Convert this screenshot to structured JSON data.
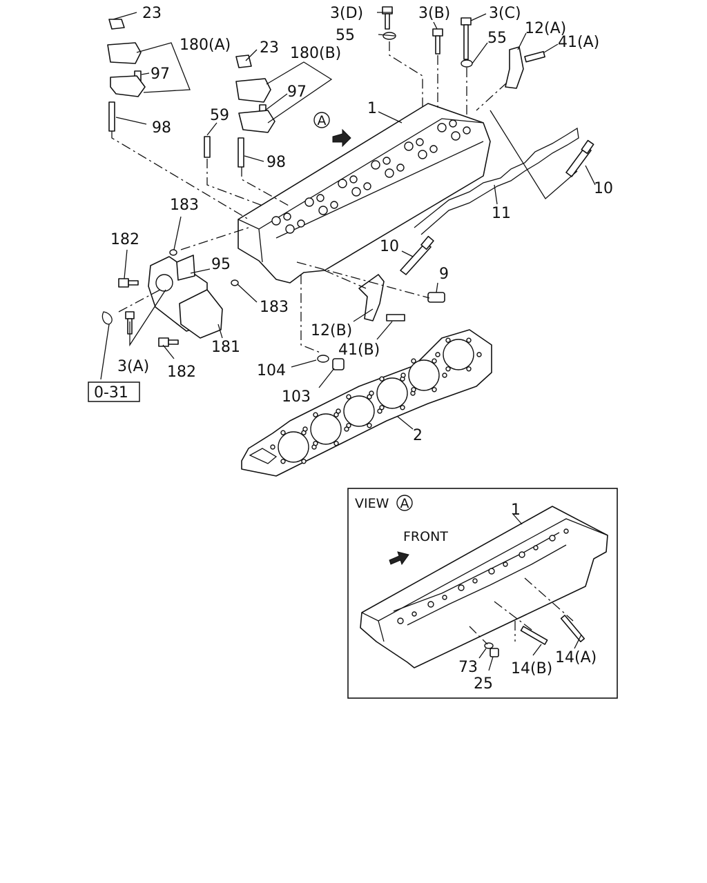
{
  "labels": {
    "l23a": "23",
    "l180a": "180(A)",
    "l97a": "97",
    "l98a": "98",
    "l23b": "23",
    "l180b": "180(B)",
    "l97b": "97",
    "l59": "59",
    "l98b": "98",
    "l3d": "3(D)",
    "l55a": "55",
    "l3b": "3(B)",
    "l3c": "3(C)",
    "l55b": "55",
    "l12a": "12(A)",
    "l41a": "41(A)",
    "l1": "1",
    "l10a": "10",
    "l11": "11",
    "l10b": "10",
    "l9": "9",
    "l183a": "183",
    "l182a": "182",
    "l95": "95",
    "l183b": "183",
    "l12b": "12(B)",
    "l41b": "41(B)",
    "l181": "181",
    "l3a": "3(A)",
    "l182b": "182",
    "l104": "104",
    "l103": "103",
    "l2": "2",
    "l031": "0-31",
    "viewA_marker": "A"
  },
  "view_a": {
    "title": "VIEW",
    "marker": "A",
    "front": "FRONT",
    "l1": "1",
    "l73": "73",
    "l25": "25",
    "l14b": "14(B)",
    "l14a": "14(A)"
  },
  "icons": {
    "view_circle": "circled-letter-icon",
    "front_arrow": "arrow-right-icon"
  }
}
